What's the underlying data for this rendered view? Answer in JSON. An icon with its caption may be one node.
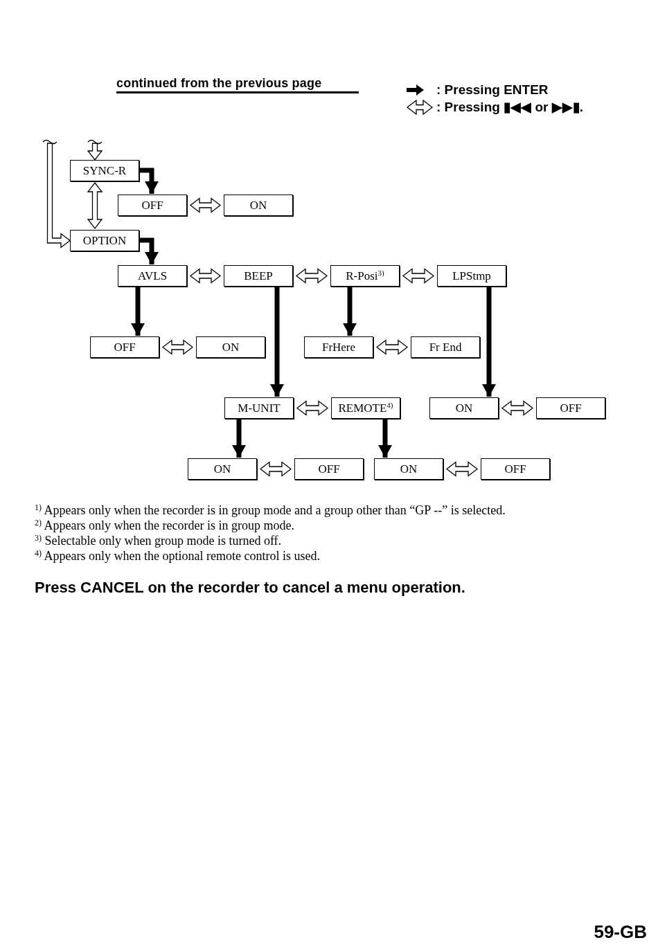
{
  "diagram": {
    "title": "continued from the previous page",
    "nodes": [
      {
        "text": [
          "SYNC-R"
        ]
      },
      {
        "text": [
          "OFF"
        ]
      },
      {
        "text": [
          "ON"
        ]
      },
      {
        "text": [
          "OPTION"
        ]
      },
      {
        "text": [
          "AVLS"
        ]
      },
      {
        "text": [
          "BEEP"
        ]
      },
      {
        "text": [
          "R-Posi$^{3)}$"
        ]
      },
      {
        "text": [
          "LPStmp"
        ]
      },
      {
        "text": [
          "OFF"
        ]
      },
      {
        "text": [
          "ON"
        ]
      },
      {
        "text": [
          "FrHere"
        ]
      },
      {
        "text": [
          "Fr End"
        ]
      },
      {
        "text": [
          "M-UNIT"
        ]
      },
      {
        "text": [
          "REMOTE$^{4)}$"
        ]
      },
      {
        "text": [
          "ON"
        ]
      },
      {
        "text": [
          "OFF"
        ]
      },
      {
        "text": [
          "ON"
        ]
      },
      {
        "text": [
          "OFF"
        ]
      },
      {
        "text": [
          "ON"
        ]
      },
      {
        "text": [
          "OFF"
        ]
      }
    ],
    "edges": [
      {
        "from": null,
        "to": 0,
        "arrow": "to"
      },
      {
        "from": null,
        "to": 3,
        "arrow": "to"
      },
      {
        "from": 0,
        "to": 1,
        "arrow": "to"
      },
      {
        "from": 1,
        "to": 2,
        "arrow": "both"
      },
      {
        "from": 0,
        "to": 3,
        "arrow": "both"
      },
      {
        "from": 3,
        "to": 4,
        "arrow": "to"
      },
      {
        "from": 4,
        "to": 5,
        "arrow": "both"
      },
      {
        "from": 5,
        "to": 6,
        "arrow": "both"
      },
      {
        "from": 6,
        "to": 7,
        "arrow": "both"
      },
      {
        "from": 4,
        "to": 8,
        "arrow": "to"
      },
      {
        "from": 8,
        "to": 9,
        "arrow": "both"
      },
      {
        "from": 5,
        "to": 12,
        "arrow": "to"
      },
      {
        "from": 6,
        "to": 10,
        "arrow": "to"
      },
      {
        "from": 10,
        "to": 11,
        "arrow": "both"
      },
      {
        "from": 7,
        "to": 14,
        "arrow": "to"
      },
      {
        "from": 14,
        "to": 15,
        "arrow": "both"
      },
      {
        "from": 12,
        "to": 13,
        "arrow": "both"
      },
      {
        "from": 12,
        "to": 16,
        "arrow": "to"
      },
      {
        "from": 16,
        "to": 17,
        "arrow": "both"
      },
      {
        "from": 13,
        "to": 18,
        "arrow": "to"
      },
      {
        "from": 18,
        "to": 19,
        "arrow": "both"
      }
    ],
    "labels": [
      "$^{1)}$ Appears only when the recorder is in group mode and a group other than “GP --” is selected.",
      "$^{2)}$ Appears only when the recorder is in group mode.",
      "$^{3)}$ Selectable only when group mode is turned off.",
      "$^{4)}$ Appears only when the optional remote control is used.",
      "Press CANCEL on the recorder to cancel a menu operation.",
      "59-GB"
    ],
    "legend": [
      {
        "text": ": Pressing ENTER"
      },
      {
        "text": ": Pressing ▮◀◀ or ▶▶▮."
      }
    ]
  }
}
